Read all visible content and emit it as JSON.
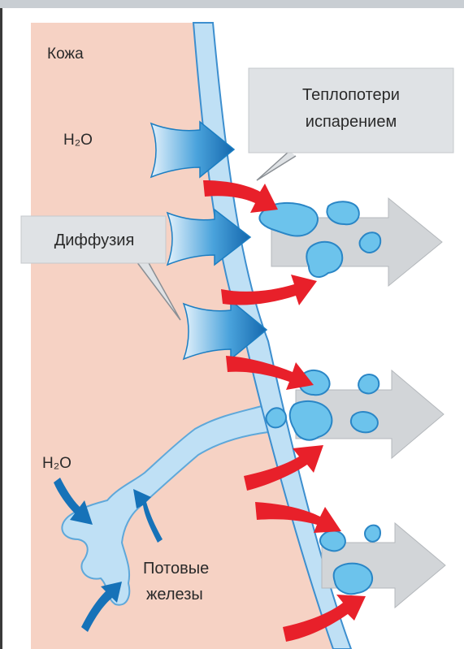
{
  "labels": {
    "skin": "Кожа",
    "water_top": "H₂O",
    "water_bottom": "H₂O",
    "evaporation_line1": "Теплопотери",
    "evaporation_line2": "испарением",
    "diffusion": "Диффузия",
    "glands_line1": "Потовые",
    "glands_line2": "железы"
  },
  "colors": {
    "frame_top": "#c9ced3",
    "skin": "#f6d2c4",
    "membrane": "#bfe0f5",
    "membrane_edge": "#3d8fcf",
    "droplet": "#6cc3ec",
    "droplet_edge": "#2a86c6",
    "heat_arrow": "#e8202a",
    "diffusion_arrow": "#1c7ec2",
    "grey_arrow": "#d2d5d8",
    "callout_box": "#dfe2e5",
    "callout_edge": "#8a8f94"
  },
  "icons": {
    "diffusion": "blue-arrow-icon",
    "heat_loss": "red-curved-arrow-icon",
    "evaporation": "grey-arrow-icon",
    "droplet": "water-droplet-icon"
  }
}
